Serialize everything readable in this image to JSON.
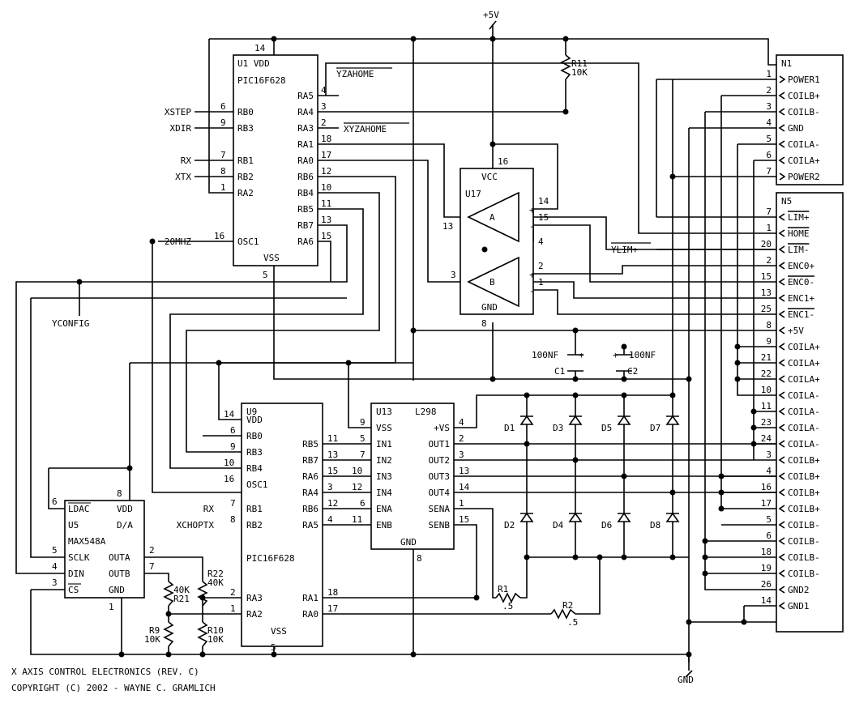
{
  "title": "X AXIS CONTROL ELECTRONICS (REV. C)",
  "copyright": "COPYRIGHT (C) 2002 - WAYNE C. GRAMLICH",
  "power": {
    "vcc": "+5V",
    "gnd": "GND"
  },
  "u1": {
    "header": "U1 VDD",
    "part": "PIC16F628",
    "vss": "VSS",
    "vdd_pin": "14",
    "vss_pin": "5",
    "left_pins": [
      {
        "pin": "6",
        "name": "RB0",
        "net": "XSTEP"
      },
      {
        "pin": "9",
        "name": "RB3",
        "net": "XDIR"
      },
      {
        "pin": "7",
        "name": "RB1",
        "net": "RX"
      },
      {
        "pin": "8",
        "name": "RB2",
        "net": "XTX"
      },
      {
        "pin": "1",
        "name": "RA2",
        "net": ""
      },
      {
        "pin": "16",
        "name": "OSC1",
        "net": "20MHZ"
      }
    ],
    "right_pins": [
      {
        "pin": "4",
        "name": "RA5"
      },
      {
        "pin": "3",
        "name": "RA4"
      },
      {
        "pin": "2",
        "name": "RA3"
      },
      {
        "pin": "18",
        "name": "RA1"
      },
      {
        "pin": "17",
        "name": "RA0"
      },
      {
        "pin": "12",
        "name": "RB6"
      },
      {
        "pin": "10",
        "name": "RB4"
      },
      {
        "pin": "11",
        "name": "RB5"
      },
      {
        "pin": "13",
        "name": "RB7"
      },
      {
        "pin": "15",
        "name": "RA6"
      }
    ],
    "yzahome": "YZAHOME",
    "xyzahome": "XYZAHOME"
  },
  "r11": {
    "name": "R11",
    "value": "10K"
  },
  "u17": {
    "vcc": "VCC",
    "ref": "U17",
    "gnd": "GND",
    "vcc_pin": "16",
    "gnd_pin": "8",
    "a": "A",
    "b": "B",
    "pins": {
      "a_out": "13",
      "a_plus": "14",
      "a_minus": "15",
      "a_ref": "4",
      "b_out": "3",
      "b_plus": "2",
      "b_minus": "1"
    }
  },
  "yconfig": "YCONFIG",
  "ylim": "YLIM+",
  "c1": {
    "name": "C1",
    "value": "100NF"
  },
  "c2": {
    "name": "C2",
    "value": "100NF"
  },
  "n1": {
    "ref": "N1",
    "pins": [
      {
        "pin": "1",
        "name": "POWER1"
      },
      {
        "pin": "2",
        "name": "COILB+"
      },
      {
        "pin": "3",
        "name": "COILB-"
      },
      {
        "pin": "4",
        "name": "GND"
      },
      {
        "pin": "5",
        "name": "COILA-"
      },
      {
        "pin": "6",
        "name": "COILA+"
      },
      {
        "pin": "7",
        "name": "POWER2"
      }
    ]
  },
  "n5": {
    "ref": "N5",
    "pins": [
      {
        "pin": "7",
        "name": "LIM+"
      },
      {
        "pin": "1",
        "name": "HOME"
      },
      {
        "pin": "20",
        "name": "LIM-"
      },
      {
        "pin": "2",
        "name": "ENC0+"
      },
      {
        "pin": "15",
        "name": "ENC0-"
      },
      {
        "pin": "13",
        "name": "ENC1+"
      },
      {
        "pin": "25",
        "name": "ENC1-"
      },
      {
        "pin": "8",
        "name": "+5V"
      },
      {
        "pin": "9",
        "name": "COILA+"
      },
      {
        "pin": "21",
        "name": "COILA+"
      },
      {
        "pin": "22",
        "name": "COILA+"
      },
      {
        "pin": "10",
        "name": "COILA-"
      },
      {
        "pin": "11",
        "name": "COILA-"
      },
      {
        "pin": "23",
        "name": "COILA-"
      },
      {
        "pin": "24",
        "name": "COILA-"
      },
      {
        "pin": "3",
        "name": "COILB+"
      },
      {
        "pin": "4",
        "name": "COILB+"
      },
      {
        "pin": "16",
        "name": "COILB+"
      },
      {
        "pin": "17",
        "name": "COILB+"
      },
      {
        "pin": "5",
        "name": "COILB-"
      },
      {
        "pin": "6",
        "name": "COILB-"
      },
      {
        "pin": "18",
        "name": "COILB-"
      },
      {
        "pin": "19",
        "name": "COILB-"
      },
      {
        "pin": "26",
        "name": "GND2"
      },
      {
        "pin": "14",
        "name": "GND1"
      }
    ]
  },
  "u9": {
    "ref": "U9",
    "part": "PIC16F628",
    "vdd": "VDD",
    "vss": "VSS",
    "vss_pin": "5",
    "left_pins": [
      {
        "pin": "14",
        "name": "VDD"
      },
      {
        "pin": "6",
        "name": "RB0"
      },
      {
        "pin": "9",
        "name": "RB3"
      },
      {
        "pin": "10",
        "name": "RB4"
      },
      {
        "pin": "16",
        "name": "OSC1"
      },
      {
        "pin": "7",
        "name": "RB1",
        "net": "RX"
      },
      {
        "pin": "8",
        "name": "RB2",
        "net": "XCHOPTX"
      },
      {
        "pin": "2",
        "name": "RA3"
      },
      {
        "pin": "1",
        "name": "RA2"
      }
    ],
    "right_pins": [
      {
        "pin": "11",
        "name": "RB5"
      },
      {
        "pin": "13",
        "name": "RB7"
      },
      {
        "pin": "15",
        "name": "RA6"
      },
      {
        "pin": "3",
        "name": "RA4"
      },
      {
        "pin": "12",
        "name": "RB6"
      },
      {
        "pin": "4",
        "name": "RA5"
      },
      {
        "pin": "18",
        "name": "RA1"
      },
      {
        "pin": "17",
        "name": "RA0"
      }
    ]
  },
  "u13": {
    "ref": "U13",
    "part": "L298",
    "gnd": "GND",
    "gnd_pin": "8",
    "left_pins": [
      {
        "pin": "9",
        "name": "VSS"
      },
      {
        "pin": "5",
        "name": "IN1"
      },
      {
        "pin": "7",
        "name": "IN2"
      },
      {
        "pin": "10",
        "name": "IN3"
      },
      {
        "pin": "12",
        "name": "IN4"
      },
      {
        "pin": "6",
        "name": "ENA"
      },
      {
        "pin": "11",
        "name": "ENB"
      }
    ],
    "right_pins": [
      {
        "pin": "4",
        "name": "+VS"
      },
      {
        "pin": "2",
        "name": "OUT1"
      },
      {
        "pin": "3",
        "name": "OUT2"
      },
      {
        "pin": "13",
        "name": "OUT3"
      },
      {
        "pin": "14",
        "name": "OUT4"
      },
      {
        "pin": "1",
        "name": "SENA"
      },
      {
        "pin": "15",
        "name": "SENB"
      }
    ]
  },
  "u5": {
    "ldac": "LDAC",
    "vdd": "VDD",
    "ref": "U5",
    "da": "D/A",
    "part": "MAX548A",
    "sclk": "SCLK",
    "outa": "OUTA",
    "din": "DIN",
    "outb": "OUTB",
    "cs": "CS",
    "gnd": "GND",
    "pins": {
      "ldac": "6",
      "vdd": "8",
      "sclk": "5",
      "din": "4",
      "cs": "3",
      "outa": "2",
      "outb": "7",
      "gnd": "1"
    }
  },
  "diodes": [
    "D1",
    "D3",
    "D5",
    "D7",
    "D2",
    "D4",
    "D6",
    "D8"
  ],
  "r1": {
    "name": "R1",
    "value": ".5"
  },
  "r2": {
    "name": "R2",
    "value": ".5"
  },
  "r21": {
    "name": "R21",
    "value": "40K"
  },
  "r22": {
    "name": "R22",
    "value": "40K"
  },
  "r9": {
    "name": "R9",
    "value": "10K"
  },
  "r10": {
    "name": "R10",
    "value": "10K"
  }
}
